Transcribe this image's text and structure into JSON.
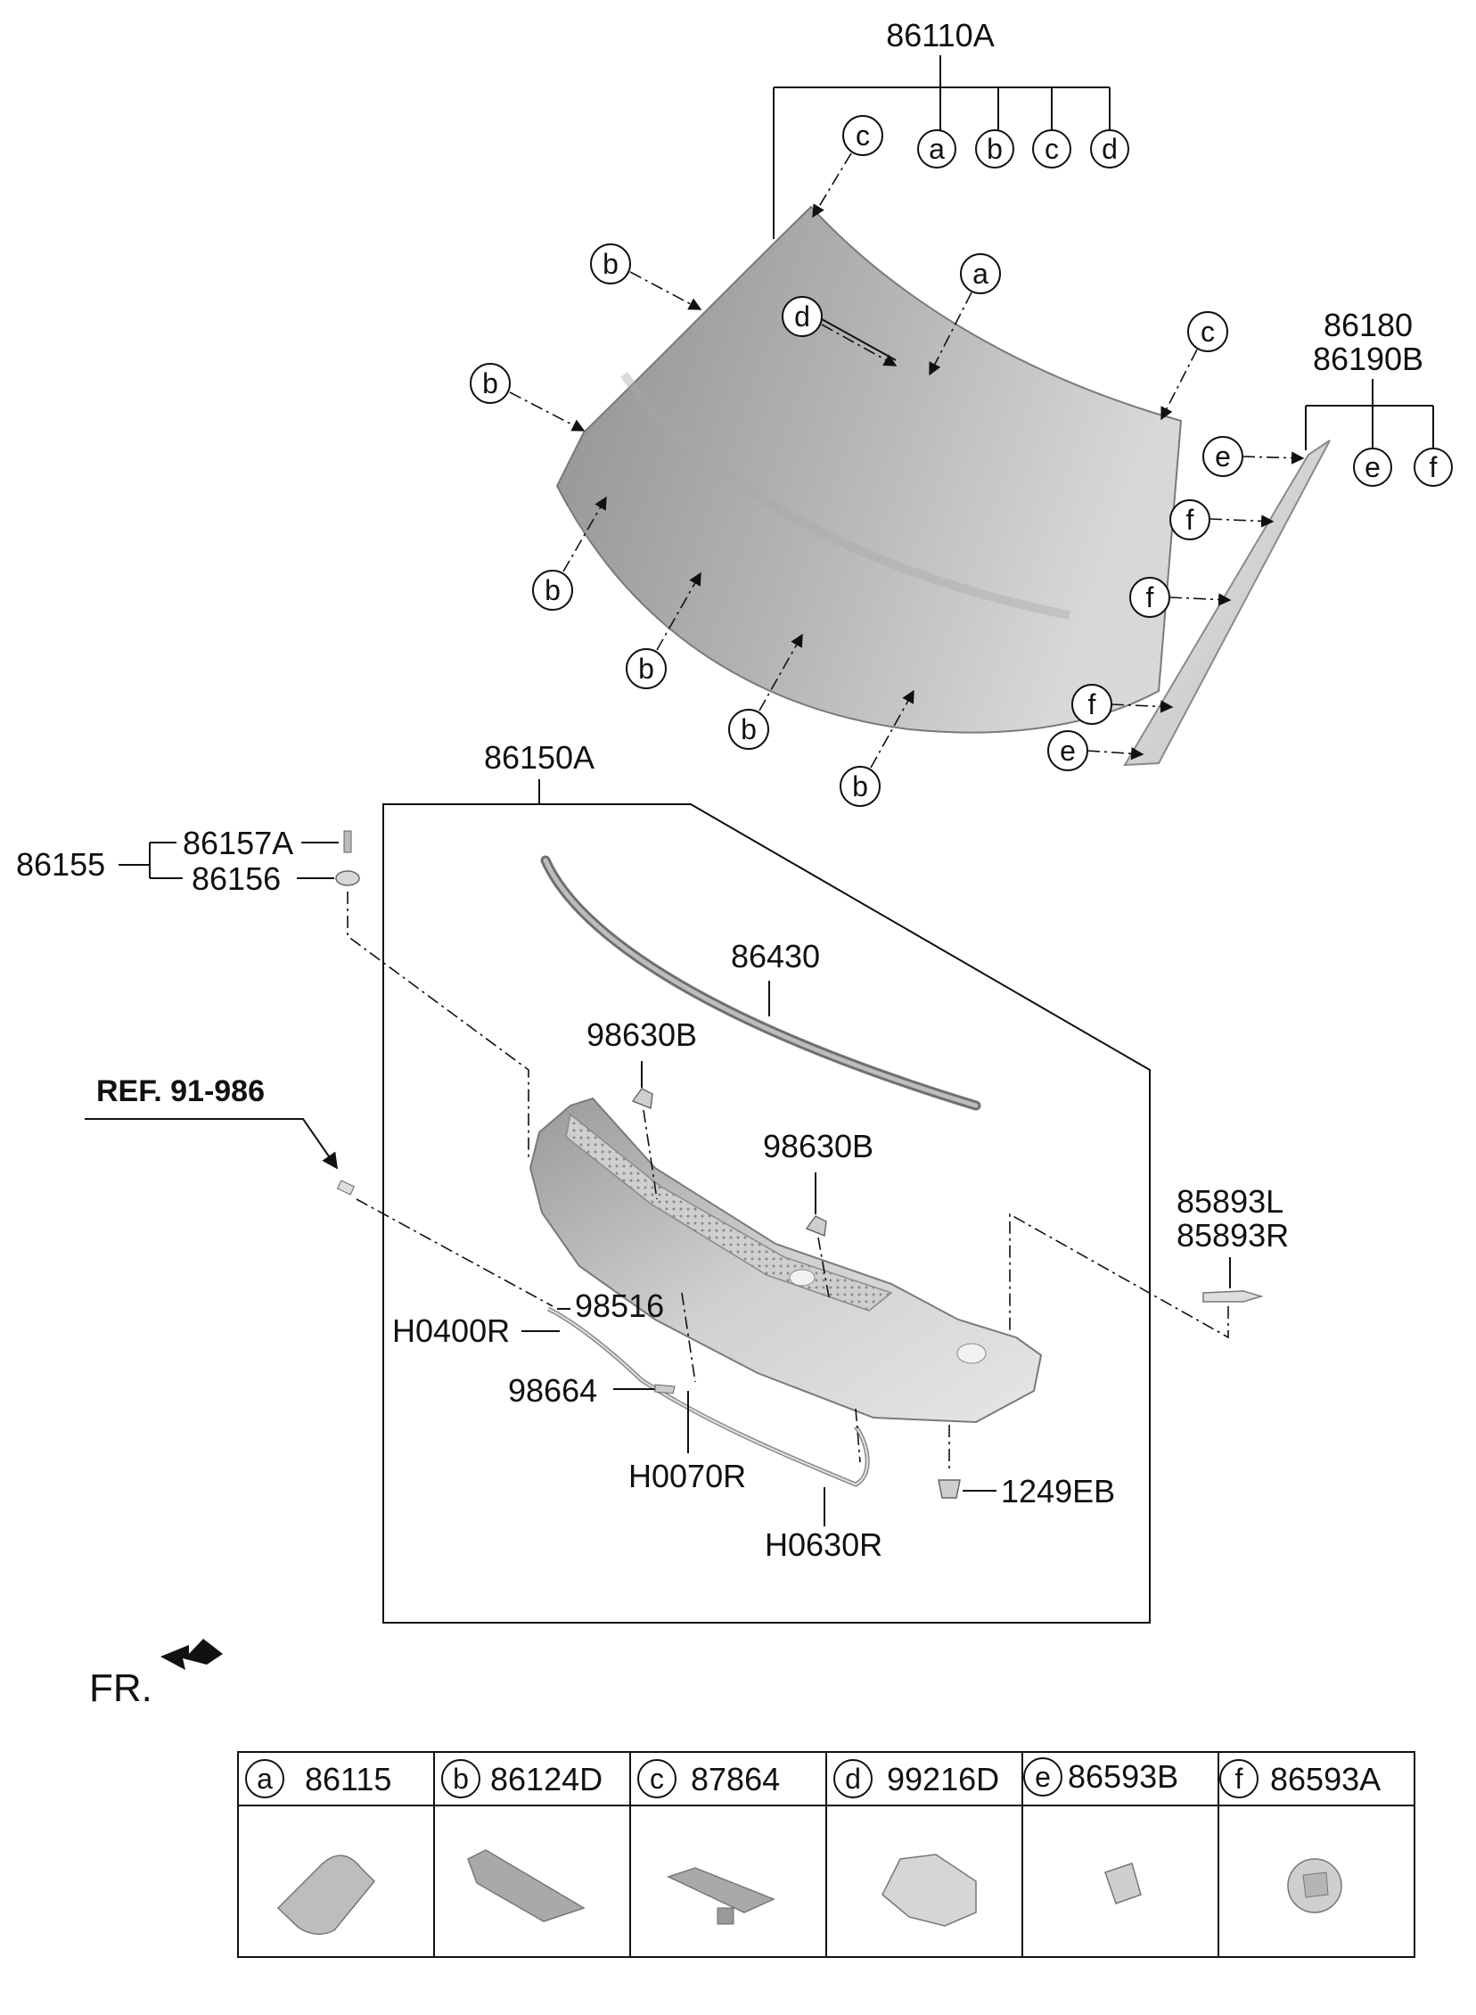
{
  "windshield_group": {
    "part_no": "86110A",
    "sub_refs": [
      "a",
      "b",
      "c",
      "d"
    ]
  },
  "windshield_callouts": {
    "c_top": "c",
    "b_upper1": "b",
    "b_upper2": "b",
    "d_inner": "d",
    "a_center": "a",
    "c_right": "c",
    "b_low1": "b",
    "b_low2": "b",
    "b_low3": "b",
    "b_low4": "b"
  },
  "molding_group": {
    "part_no_1": "86180",
    "part_no_2": "86190B",
    "sub_refs": [
      "e",
      "f"
    ],
    "callouts": [
      "e",
      "f",
      "f",
      "f",
      "e"
    ]
  },
  "cowl_group": {
    "part_no": "86150A"
  },
  "fastener_group": {
    "parent": "86155",
    "child_1": "86157A",
    "child_2": "86156"
  },
  "ref_label": "REF. 91-986",
  "parts": {
    "weatherstrip": "86430",
    "clip_1": "98630B",
    "clip_2": "98630B",
    "hose_1": "98516",
    "hose_2": "H0400R",
    "nozzle": "98664",
    "hose_3": "H0070R",
    "hose_4": "H0630R",
    "grommet": "1249EB",
    "bracket_l": "85893L",
    "bracket_r": "85893R"
  },
  "front_label": "FR.",
  "legend": [
    {
      "key": "a",
      "part": "86115"
    },
    {
      "key": "b",
      "part": "86124D"
    },
    {
      "key": "c",
      "part": "87864"
    },
    {
      "key": "d",
      "part": "99216D"
    },
    {
      "key": "e",
      "part": "86593B"
    },
    {
      "key": "f",
      "part": "86593A"
    }
  ],
  "colors": {
    "glass_dark": "#9c9c9c",
    "glass_light": "#d4d4d4",
    "part_fill": "#c8c8c8",
    "line": "#111111"
  }
}
